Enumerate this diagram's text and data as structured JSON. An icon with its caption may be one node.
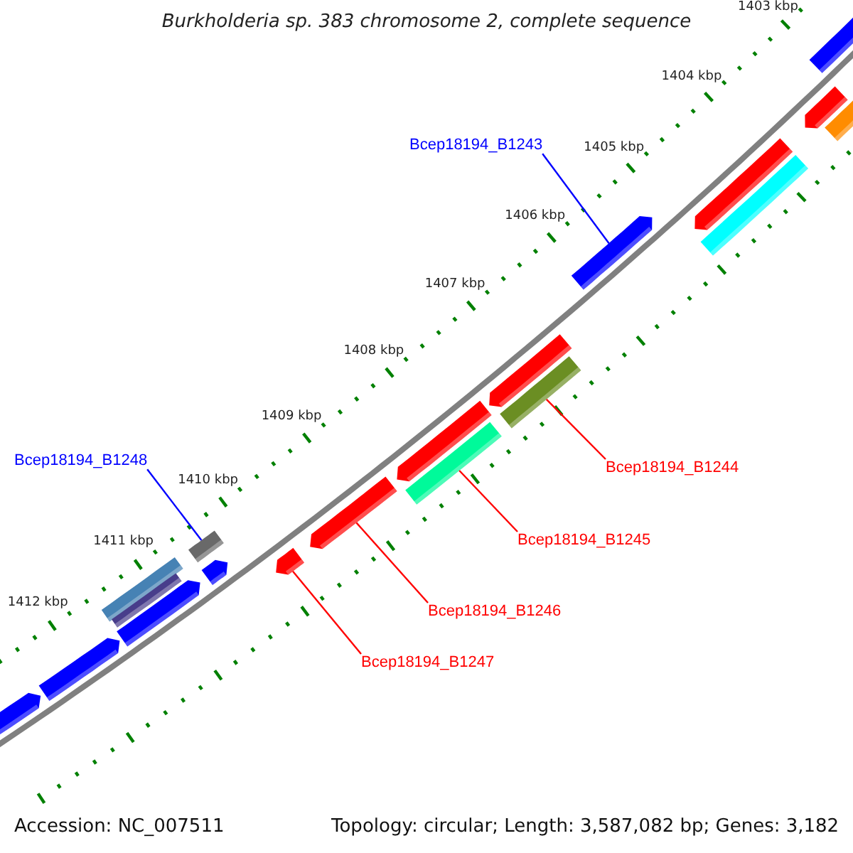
{
  "diagram": {
    "title": "Burkholderia sp. 383 chromosome 2, complete sequence",
    "nodes": [
      {
        "text": [
          "Bcep18194_B1243"
        ]
      },
      {
        "text": [
          "Bcep18194_B1248"
        ]
      },
      {
        "text": [
          "Bcep18194_B1244"
        ]
      },
      {
        "text": [
          "Bcep18194_B1245"
        ]
      },
      {
        "text": [
          "Bcep18194_B1246"
        ]
      },
      {
        "text": [
          "Bcep18194_B1247"
        ]
      },
      {
        "text": [],
        "shape": "bar"
      },
      {
        "text": [],
        "shape": "bar"
      },
      {
        "text": [],
        "shape": "bar"
      },
      {
        "text": [],
        "shape": "bar"
      },
      {
        "text": [],
        "shape": "bar"
      },
      {
        "text": [],
        "shape": "bar"
      },
      {
        "text": [],
        "shape": "bar"
      },
      {
        "text": [],
        "shape": "bar"
      },
      {
        "text": [],
        "shape": "bar"
      },
      {
        "text": [],
        "shape": "bar"
      },
      {
        "text": [],
        "shape": "bar"
      },
      {
        "text": [],
        "shape": "bar"
      },
      {
        "text": [],
        "shape": "bar"
      },
      {
        "text": [],
        "shape": "bar"
      },
      {
        "text": [],
        "shape": "bar"
      },
      {
        "text": [],
        "shape": "bar"
      },
      {
        "text": [],
        "shape": "bar"
      },
      {
        "text": [],
        "shape": "bar"
      },
      {
        "text": [],
        "shape": "bar"
      }
    ],
    "edges": [
      {
        "from": 0,
        "to": 11,
        "arrow": "none",
        "color": "#0000ff"
      },
      {
        "from": 1,
        "to": 17,
        "arrow": "none",
        "color": "#0000ff"
      },
      {
        "from": 2,
        "to": 13,
        "arrow": "none"
      },
      {
        "from": 3,
        "to": 15,
        "arrow": "none"
      },
      {
        "from": 4,
        "to": 16,
        "arrow": "none"
      },
      {
        "from": 5,
        "to": 18,
        "arrow": "none"
      }
    ],
    "labels": [
      "1403 kbp",
      "1404 kbp",
      "1405 kbp",
      "1406 kbp",
      "1407 kbp",
      "1408 kbp",
      "1409 kbp",
      "1410 kbp",
      "1411 kbp",
      "1412 kbp",
      "Accession: NC_007511",
      "Topology: circular; Length: 3,587,082 bp; Genes: 3,182"
    ]
  }
}
